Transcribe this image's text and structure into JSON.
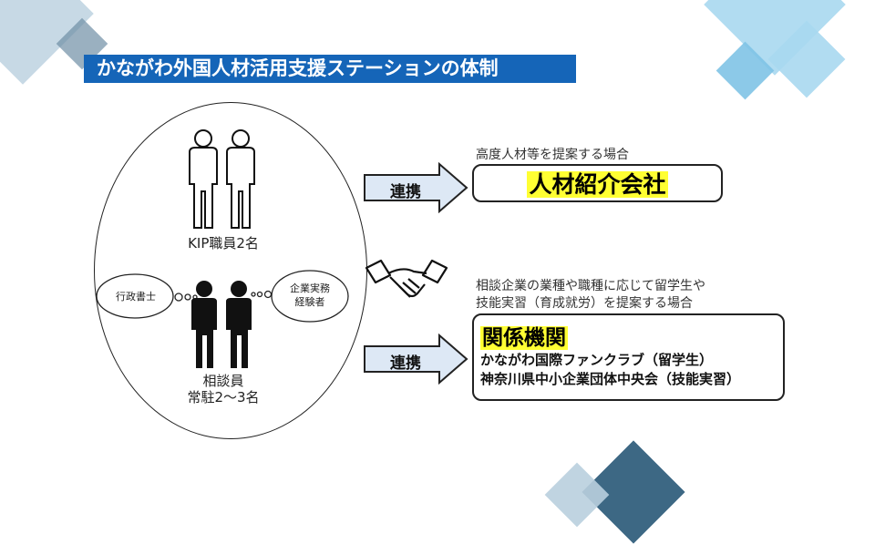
{
  "title": "かながわ外国人材活用支援ステーションの体制",
  "staff": {
    "kip_label": "KIP職員2名",
    "consultant_label1": "相談員",
    "consultant_label2": "常駐2〜3名",
    "cloud_left": "行政書士",
    "cloud_right_line1": "企業実務",
    "cloud_right_line2": "経験者"
  },
  "links": [
    {
      "arrow_label": "連携",
      "condition": "高度人材等を提案する場合",
      "target": "人材紹介会社"
    },
    {
      "arrow_label": "連携",
      "condition_line1": "相談企業の業種や職種に応じて留学生や",
      "condition_line2": "技能実習（育成就労）を提案する場合",
      "target": "関係機関",
      "items": [
        "かながわ国際ファンクラブ（留学生）",
        "神奈川県中小企業団体中央会（技能実習）"
      ]
    }
  ],
  "colors": {
    "title_bg": "#1565b8",
    "highlight": "#ffff33",
    "arrow_fill": "#dde8f5",
    "deco_light": "#a9d8ef",
    "deco_dark": "#1b4d6e"
  },
  "icons": [
    "person-outline-icon",
    "person-filled-icon",
    "handshake-icon",
    "arrow-right-icon"
  ]
}
